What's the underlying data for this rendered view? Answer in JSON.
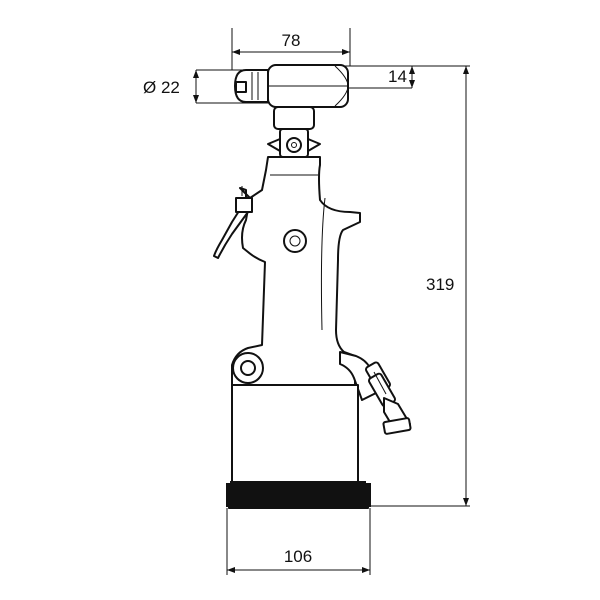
{
  "dimensions": {
    "top_width": "78",
    "head_diameter": "Ø 22",
    "head_offset": "14",
    "total_height": "319",
    "base_width": "106"
  },
  "colors": {
    "line": "#111111",
    "background": "#ffffff",
    "base_band": "#111111"
  }
}
